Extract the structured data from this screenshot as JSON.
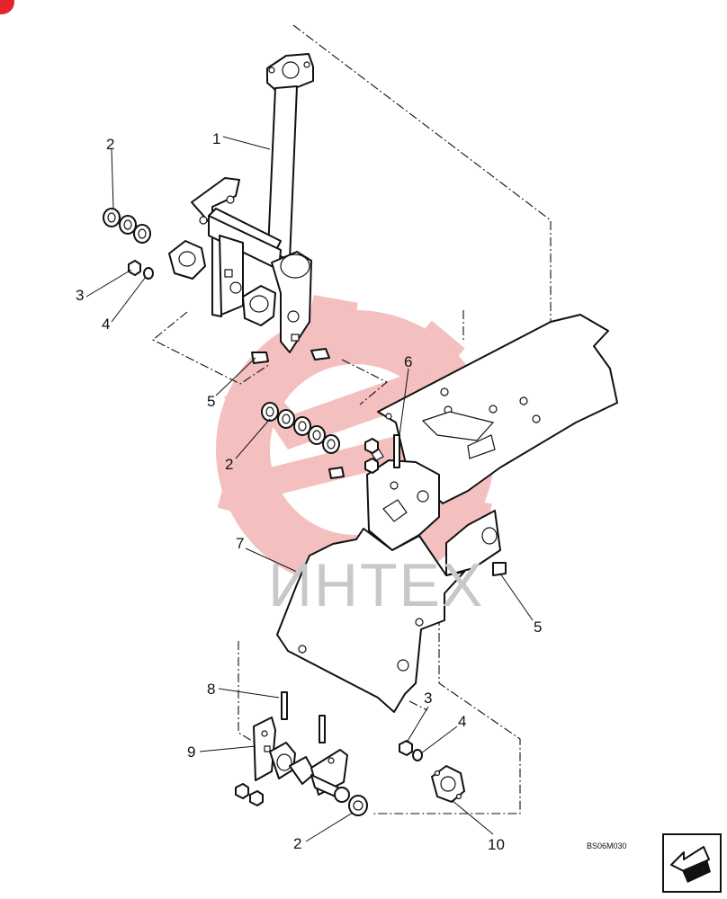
{
  "drawing_code": "BS06M030",
  "watermark": "ИНТЕХ",
  "callouts": {
    "c1": "1",
    "c2a": "2",
    "c2b": "2",
    "c2c": "2",
    "c3a": "3",
    "c3b": "3",
    "c4a": "4",
    "c4b": "4",
    "c5a": "5",
    "c5b": "5",
    "c6": "6",
    "c7": "7",
    "c8": "8",
    "c9": "9",
    "c10": "10"
  },
  "colors": {
    "watermark_red": "#f3b9b9",
    "watermark_gray": "#c8c8c8",
    "corner_badge": "#e3262b"
  },
  "icons": {
    "next_page": "arrow-down-left-icon"
  }
}
